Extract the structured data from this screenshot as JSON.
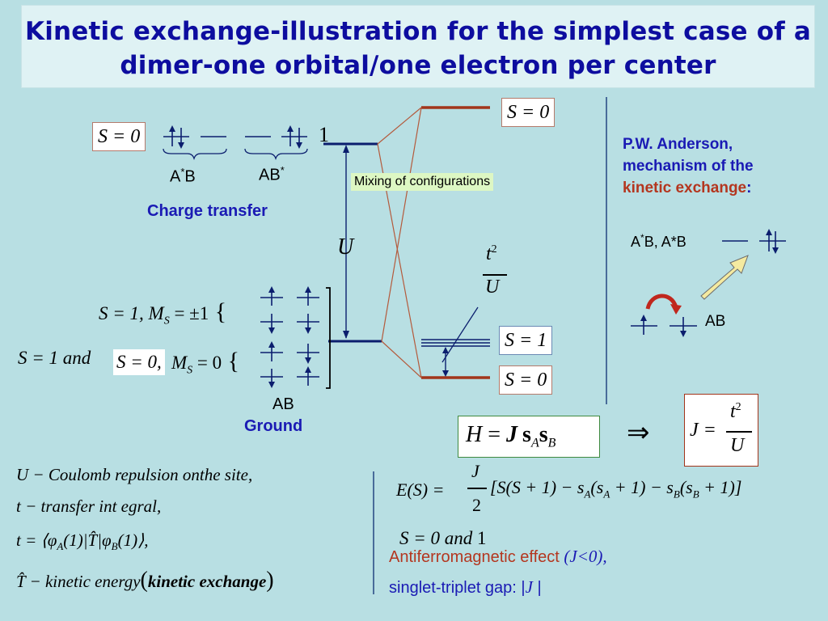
{
  "title": {
    "line1": "Kinetic exchange-illustration for the simplest case of a",
    "line2": "dimer-one orbital/one electron  per center"
  },
  "top_left": {
    "state": "S = 0",
    "level_number": "1",
    "label_a_star_b": "A",
    "label_a_star_b_sup": "*",
    "label_a_star_b_end": "B",
    "label_ab_star": "AB",
    "label_ab_star_sup": "*",
    "charge_transfer": "Charge transfer"
  },
  "diagram": {
    "mixing": "Mixing of configurations",
    "U": "U",
    "t2": "t",
    "t2_exp": "2",
    "U_den": "U",
    "right_states": [
      "S = 0",
      "S = 1",
      "S = 0"
    ]
  },
  "ground": {
    "line1_S": "S = 1, M",
    "line1_sub": "S",
    "line1_end": " = ±1",
    "line2_S": "S = 1 ",
    "line2_and": "and",
    "line2_box": "S = 0,",
    "line2_M": " M",
    "line2_sub": "S",
    "line2_end": " = 0",
    "label_ab": "AB",
    "label_ground": "Ground"
  },
  "anderson": {
    "heading_1": "P.W. Anderson,",
    "heading_2": "mechanism of the",
    "heading_3": "kinetic exchange",
    "heading_3_colon": ":",
    "states": "A",
    "states_sup": "*",
    "states_rest": "B, A*B",
    "ab": "AB"
  },
  "hamiltonian": {
    "H": "H",
    "eq": " = ",
    "J": "J",
    "s": "s",
    "subA": "A",
    "s2": "s",
    "subB": "B",
    "implies": "⇒",
    "J_box": "J = ",
    "t": "t",
    "t_exp": "2",
    "U": "U"
  },
  "definitions": {
    "line1": "U − Coulomb repulsion onthe site,",
    "line2": "t − transfer int egral,",
    "line3": "t = ⟨φ",
    "line3_subA": "A",
    "line3_mid": "(1)|T̂|φ",
    "line3_subB": "B",
    "line3_end": "(1)⟩,",
    "line4": "T̂ − kinetic energy",
    "line4_open": "(",
    "line4_bold": "kinetic exchange",
    "line4_close": ")"
  },
  "energy": {
    "lhs": "E(S) = ",
    "J": "J",
    "two": "2",
    "rhs": "[S(S + 1) − s",
    "subA": "A",
    "rhs2": "(s",
    "subA2": "A",
    "rhs3": " + 1) − s",
    "subB": "B",
    "rhs4": "(s",
    "subB2": "B",
    "rhs5": " + 1)]",
    "values": "S = 0 ",
    "and": "and",
    "values_end": " 1",
    "antiferro": "Antiferromagnetic effect ",
    "antiferro_cond": "(J<0),",
    "gap": "singlet-triplet gap: |",
    "gap_J": "J",
    "gap_end": " |"
  },
  "colors": {
    "title_blue": "#0d0d9f",
    "background": "#b8dfe3",
    "level_dark_blue": "#0b1e6e",
    "level_red_brown": "#a2351b",
    "red_text": "#b4361f",
    "mixing_bg": "#ddf7c3"
  }
}
